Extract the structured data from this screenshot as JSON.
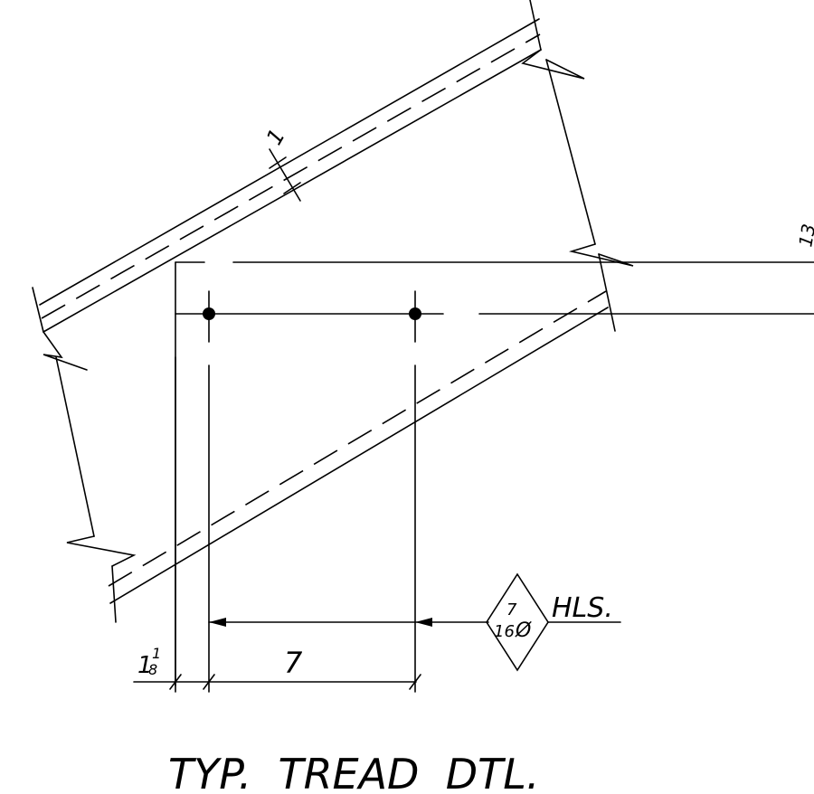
{
  "title": "TYP.  TREAD  DTL.",
  "dimensions": {
    "clearance_whole": "1",
    "clearance_num": "1",
    "clearance_den": "8",
    "spacing": "7",
    "thickness": "1",
    "edge_partial": "13"
  },
  "hole_callout": {
    "numerator": "7",
    "denominator": "16",
    "symbol": "Ø",
    "note": "HLS."
  }
}
